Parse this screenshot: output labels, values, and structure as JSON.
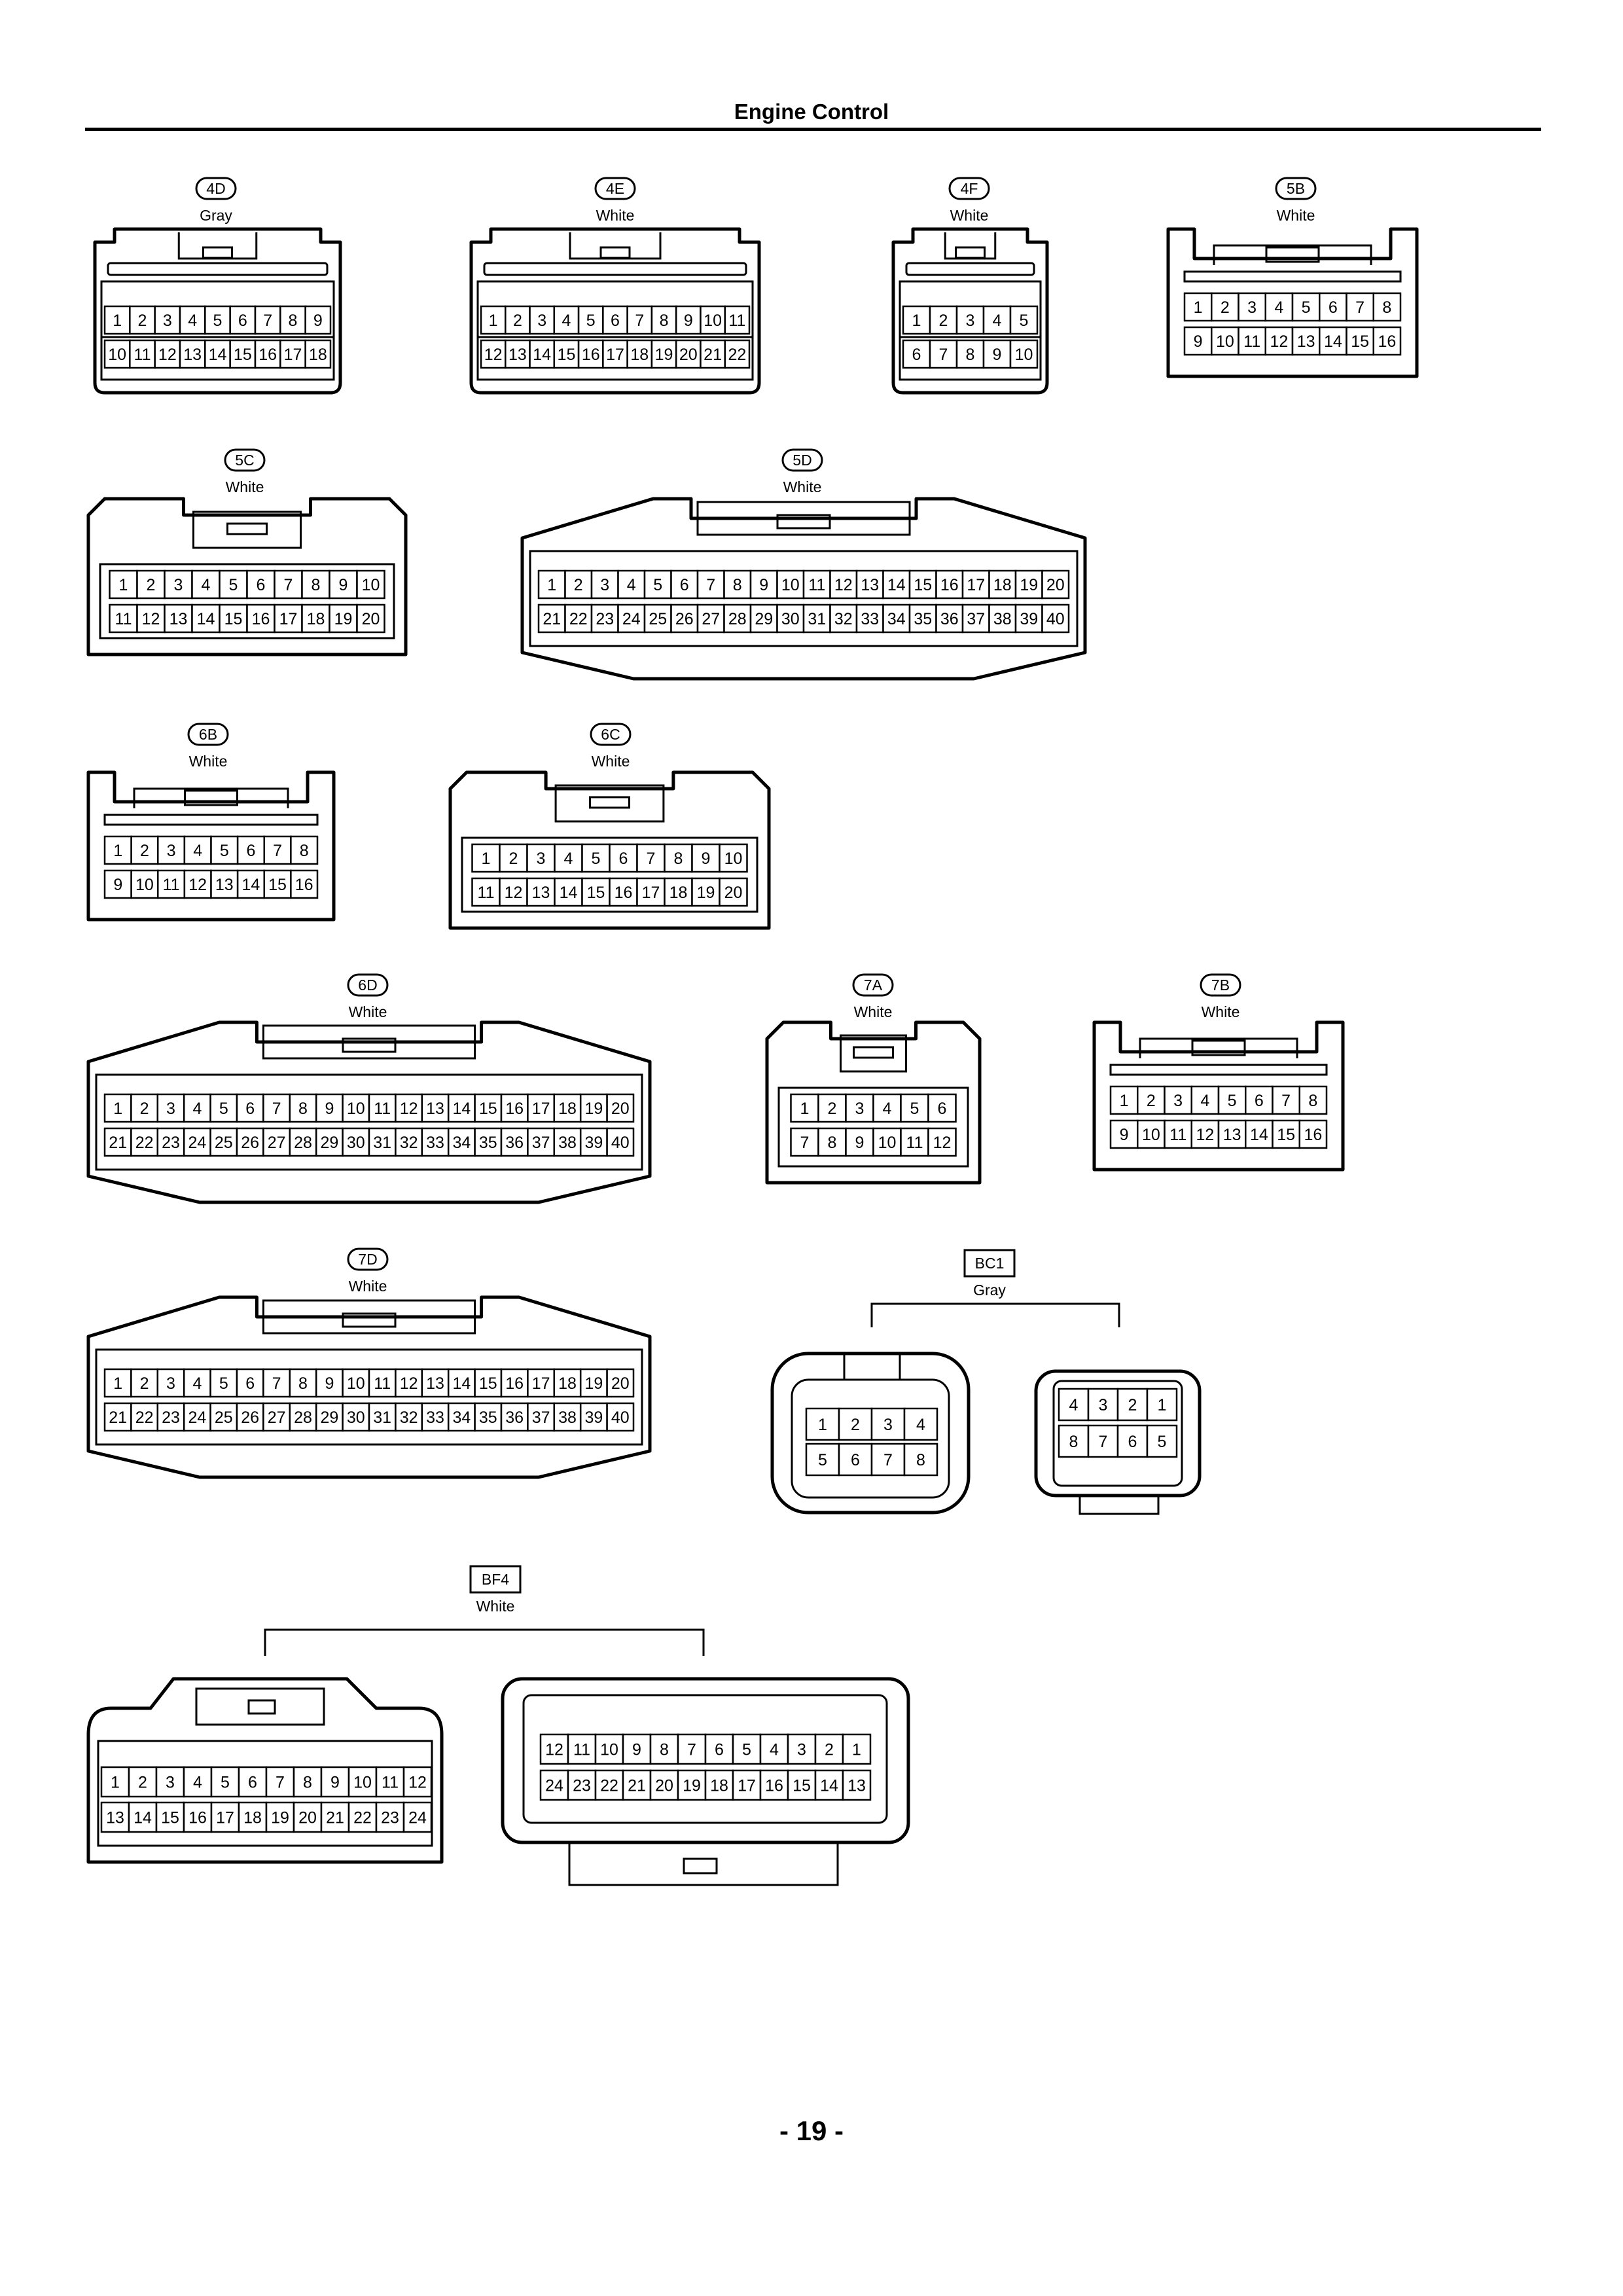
{
  "header": {
    "title": "Engine Control"
  },
  "footer": {
    "page_number": "- 19 -"
  },
  "connectors": [
    {
      "id": "4D",
      "color": "Gray",
      "rows": [
        [
          "1",
          "2",
          "3",
          "4",
          "5",
          "6",
          "7",
          "8",
          "9"
        ],
        [
          "10",
          "11",
          "12",
          "13",
          "14",
          "15",
          "16",
          "17",
          "18"
        ]
      ]
    },
    {
      "id": "4E",
      "color": "White",
      "rows": [
        [
          "1",
          "2",
          "3",
          "4",
          "5",
          "6",
          "7",
          "8",
          "9",
          "10",
          "11"
        ],
        [
          "12",
          "13",
          "14",
          "15",
          "16",
          "17",
          "18",
          "19",
          "20",
          "21",
          "22"
        ]
      ]
    },
    {
      "id": "4F",
      "color": "White",
      "rows": [
        [
          "1",
          "2",
          "3",
          "4",
          "5"
        ],
        [
          "6",
          "7",
          "8",
          "9",
          "10"
        ]
      ]
    },
    {
      "id": "5B",
      "color": "White",
      "rows": [
        [
          "1",
          "2",
          "3",
          "4",
          "5",
          "6",
          "7",
          "8"
        ],
        [
          "9",
          "10",
          "11",
          "12",
          "13",
          "14",
          "15",
          "16"
        ]
      ]
    },
    {
      "id": "5C",
      "color": "White",
      "rows": [
        [
          "1",
          "2",
          "3",
          "4",
          "5",
          "6",
          "7",
          "8",
          "9",
          "10"
        ],
        [
          "11",
          "12",
          "13",
          "14",
          "15",
          "16",
          "17",
          "18",
          "19",
          "20"
        ]
      ]
    },
    {
      "id": "5D",
      "color": "White",
      "rows": [
        [
          "1",
          "2",
          "3",
          "4",
          "5",
          "6",
          "7",
          "8",
          "9",
          "10",
          "11",
          "12",
          "13",
          "14",
          "15",
          "16",
          "17",
          "18",
          "19",
          "20"
        ],
        [
          "21",
          "22",
          "23",
          "24",
          "25",
          "26",
          "27",
          "28",
          "29",
          "30",
          "31",
          "32",
          "33",
          "34",
          "35",
          "36",
          "37",
          "38",
          "39",
          "40"
        ]
      ]
    },
    {
      "id": "6B",
      "color": "White",
      "rows": [
        [
          "1",
          "2",
          "3",
          "4",
          "5",
          "6",
          "7",
          "8"
        ],
        [
          "9",
          "10",
          "11",
          "12",
          "13",
          "14",
          "15",
          "16"
        ]
      ]
    },
    {
      "id": "6C",
      "color": "White",
      "rows": [
        [
          "1",
          "2",
          "3",
          "4",
          "5",
          "6",
          "7",
          "8",
          "9",
          "10"
        ],
        [
          "11",
          "12",
          "13",
          "14",
          "15",
          "16",
          "17",
          "18",
          "19",
          "20"
        ]
      ]
    },
    {
      "id": "6D",
      "color": "White",
      "rows": [
        [
          "1",
          "2",
          "3",
          "4",
          "5",
          "6",
          "7",
          "8",
          "9",
          "10",
          "11",
          "12",
          "13",
          "14",
          "15",
          "16",
          "17",
          "18",
          "19",
          "20"
        ],
        [
          "21",
          "22",
          "23",
          "24",
          "25",
          "26",
          "27",
          "28",
          "29",
          "30",
          "31",
          "32",
          "33",
          "34",
          "35",
          "36",
          "37",
          "38",
          "39",
          "40"
        ]
      ]
    },
    {
      "id": "7A",
      "color": "White",
      "rows": [
        [
          "1",
          "2",
          "3",
          "4",
          "5",
          "6"
        ],
        [
          "7",
          "8",
          "9",
          "10",
          "11",
          "12"
        ]
      ]
    },
    {
      "id": "7B",
      "color": "White",
      "rows": [
        [
          "1",
          "2",
          "3",
          "4",
          "5",
          "6",
          "7",
          "8"
        ],
        [
          "9",
          "10",
          "11",
          "12",
          "13",
          "14",
          "15",
          "16"
        ]
      ]
    },
    {
      "id": "7D",
      "color": "White",
      "rows": [
        [
          "1",
          "2",
          "3",
          "4",
          "5",
          "6",
          "7",
          "8",
          "9",
          "10",
          "11",
          "12",
          "13",
          "14",
          "15",
          "16",
          "17",
          "18",
          "19",
          "20"
        ],
        [
          "21",
          "22",
          "23",
          "24",
          "25",
          "26",
          "27",
          "28",
          "29",
          "30",
          "31",
          "32",
          "33",
          "34",
          "35",
          "36",
          "37",
          "38",
          "39",
          "40"
        ]
      ]
    }
  ],
  "pair_connectors": [
    {
      "id": "BC1",
      "color": "Gray",
      "left_rows": [
        [
          "1",
          "2",
          "3",
          "4"
        ],
        [
          "5",
          "6",
          "7",
          "8"
        ]
      ],
      "right_rows": [
        [
          "4",
          "3",
          "2",
          "1"
        ],
        [
          "8",
          "7",
          "6",
          "5"
        ]
      ]
    },
    {
      "id": "BF4",
      "color": "White",
      "left_rows": [
        [
          "1",
          "2",
          "3",
          "4",
          "5",
          "6",
          "7",
          "8",
          "9",
          "10",
          "11",
          "12"
        ],
        [
          "13",
          "14",
          "15",
          "16",
          "17",
          "18",
          "19",
          "20",
          "21",
          "22",
          "23",
          "24"
        ]
      ],
      "right_rows": [
        [
          "12",
          "11",
          "10",
          "9",
          "8",
          "7",
          "6",
          "5",
          "4",
          "3",
          "2",
          "1"
        ],
        [
          "24",
          "23",
          "22",
          "21",
          "20",
          "19",
          "18",
          "17",
          "16",
          "15",
          "14",
          "13"
        ]
      ]
    }
  ]
}
